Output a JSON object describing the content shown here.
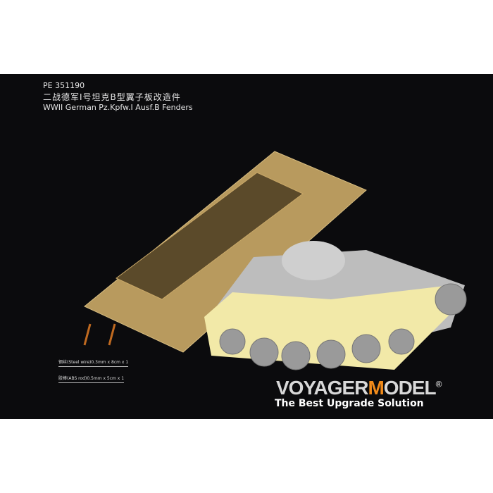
{
  "product": {
    "code": "PE 351190",
    "title_cn": "二战德军I号坦克B型翼子板改造件",
    "title_en": "WWII German Pz.Kpfw.I Ausf.B Fenders"
  },
  "notes": [
    "钢丝(Steel wire)0.3mm x 8cm x 1",
    "胶棒(ABS rod)0.5mm x 5cm x 1"
  ],
  "logo": {
    "part1": "VOYAGER",
    "m": "M",
    "part2": "ODEL",
    "reg": "®",
    "accent": "#f08a1a"
  },
  "slogan": "The Best Upgrade Solution",
  "colors": {
    "background": "#0b0b0d",
    "brass": "#c9a868",
    "model": "#f2e9a8",
    "tank": "#c8c8c8"
  }
}
